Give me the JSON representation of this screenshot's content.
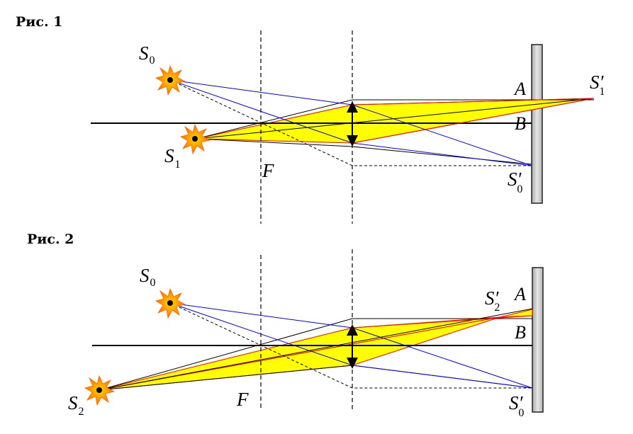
{
  "figures": [
    {
      "title": "Рис. 1",
      "labels": {
        "s0": "S",
        "s0_sub": "0",
        "s1": "S",
        "s1_sub": "1",
        "s1_img": "S′",
        "s1_img_sub": "1",
        "s0_img": "S′",
        "s0_img_sub": "0",
        "a": "A",
        "b": "B",
        "f": "F"
      }
    },
    {
      "title": "Рис. 2",
      "labels": {
        "s0": "S",
        "s0_sub": "0",
        "s2": "S",
        "s2_sub": "2",
        "s2_img": "S′",
        "s2_img_sub": "2",
        "s0_img": "S′",
        "s0_img_sub": "0",
        "a": "A",
        "b": "B",
        "f": "F"
      }
    }
  ],
  "colors": {
    "beam_fill": "#ffff00",
    "beam_edge": "#ff0000",
    "ray_blue": "#0000ff",
    "ray_black": "#000000",
    "screen_fill": "#c8c8c8",
    "source_orange": "#ff8c00",
    "source_yellow": "#ffd200"
  },
  "icons": {
    "source": "star-burst-icon",
    "lens": "double-arrow-lens-icon"
  }
}
